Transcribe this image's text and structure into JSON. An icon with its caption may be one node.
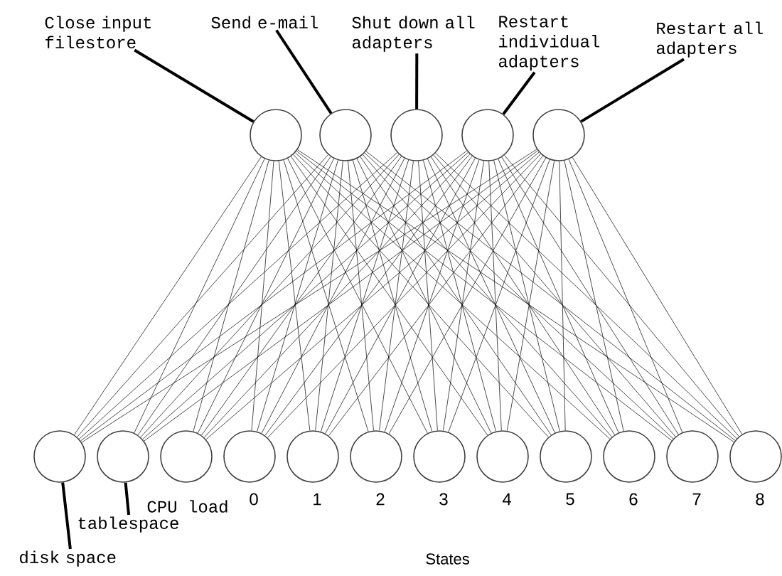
{
  "diagram": {
    "nodes": [
      {
        "text": [],
        "shape": "circle"
      },
      {
        "text": [],
        "shape": "circle"
      },
      {
        "text": [],
        "shape": "circle"
      },
      {
        "text": [],
        "shape": "circle"
      },
      {
        "text": [],
        "shape": "circle"
      },
      {
        "text": [],
        "shape": "circle"
      },
      {
        "text": [],
        "shape": "circle"
      },
      {
        "text": [],
        "shape": "circle"
      },
      {
        "text": [],
        "shape": "circle",
        "beside": [
          "0"
        ]
      },
      {
        "text": [],
        "shape": "circle",
        "beside": [
          "1"
        ]
      },
      {
        "text": [],
        "shape": "circle",
        "beside": [
          "2"
        ]
      },
      {
        "text": [],
        "shape": "circle",
        "beside": [
          "3"
        ]
      },
      {
        "text": [],
        "shape": "circle",
        "beside": [
          "4"
        ]
      },
      {
        "text": [],
        "shape": "circle",
        "beside": [
          "5"
        ]
      },
      {
        "text": [],
        "shape": "circle",
        "beside": [
          "6"
        ]
      },
      {
        "text": [],
        "shape": "circle",
        "beside": [
          "7"
        ]
      },
      {
        "text": [],
        "shape": "circle",
        "beside": [
          "8"
        ]
      },
      {
        "text": [
          "Close input filestore"
        ]
      },
      {
        "text": [
          "Send e-mail"
        ]
      },
      {
        "text": [
          "Shut down all adapters"
        ]
      },
      {
        "text": [
          "Restart individual adapters"
        ]
      },
      {
        "text": [
          "Restart all adapters"
        ]
      },
      {
        "text": [
          "disk space"
        ]
      },
      {
        "text": [
          "tablespace"
        ]
      }
    ],
    "edges": [
      {
        "from": 17,
        "to": 0,
        "arrow": "none",
        "style": "thick"
      },
      {
        "from": 18,
        "to": 1,
        "arrow": "none",
        "style": "thick"
      },
      {
        "from": 19,
        "to": 2,
        "arrow": "none",
        "style": "thick"
      },
      {
        "from": 20,
        "to": 3,
        "arrow": "none",
        "style": "thick"
      },
      {
        "from": 21,
        "to": 4,
        "arrow": "none",
        "style": "thick"
      },
      {
        "from": 22,
        "to": 5,
        "arrow": "none",
        "style": "thick"
      },
      {
        "from": 23,
        "to": 6,
        "arrow": "none",
        "style": "thick"
      },
      {
        "from": 0,
        "to": 5,
        "arrow": "none"
      },
      {
        "from": 0,
        "to": 6,
        "arrow": "none"
      },
      {
        "from": 0,
        "to": 7,
        "arrow": "none"
      },
      {
        "from": 0,
        "to": 8,
        "arrow": "none"
      },
      {
        "from": 0,
        "to": 9,
        "arrow": "none"
      },
      {
        "from": 0,
        "to": 10,
        "arrow": "none"
      },
      {
        "from": 0,
        "to": 11,
        "arrow": "none"
      },
      {
        "from": 0,
        "to": 12,
        "arrow": "none"
      },
      {
        "from": 0,
        "to": 13,
        "arrow": "none"
      },
      {
        "from": 0,
        "to": 14,
        "arrow": "none"
      },
      {
        "from": 0,
        "to": 15,
        "arrow": "none"
      },
      {
        "from": 0,
        "to": 16,
        "arrow": "none"
      },
      {
        "from": 1,
        "to": 5,
        "arrow": "none"
      },
      {
        "from": 1,
        "to": 6,
        "arrow": "none"
      },
      {
        "from": 1,
        "to": 7,
        "arrow": "none"
      },
      {
        "from": 1,
        "to": 8,
        "arrow": "none"
      },
      {
        "from": 1,
        "to": 9,
        "arrow": "none"
      },
      {
        "from": 1,
        "to": 10,
        "arrow": "none"
      },
      {
        "from": 1,
        "to": 11,
        "arrow": "none"
      },
      {
        "from": 1,
        "to": 12,
        "arrow": "none"
      },
      {
        "from": 1,
        "to": 13,
        "arrow": "none"
      },
      {
        "from": 1,
        "to": 14,
        "arrow": "none"
      },
      {
        "from": 1,
        "to": 15,
        "arrow": "none"
      },
      {
        "from": 1,
        "to": 16,
        "arrow": "none"
      },
      {
        "from": 2,
        "to": 5,
        "arrow": "none"
      },
      {
        "from": 2,
        "to": 6,
        "arrow": "none"
      },
      {
        "from": 2,
        "to": 7,
        "arrow": "none"
      },
      {
        "from": 2,
        "to": 8,
        "arrow": "none"
      },
      {
        "from": 2,
        "to": 9,
        "arrow": "none"
      },
      {
        "from": 2,
        "to": 10,
        "arrow": "none"
      },
      {
        "from": 2,
        "to": 11,
        "arrow": "none"
      },
      {
        "from": 2,
        "to": 12,
        "arrow": "none"
      },
      {
        "from": 2,
        "to": 13,
        "arrow": "none"
      },
      {
        "from": 2,
        "to": 14,
        "arrow": "none"
      },
      {
        "from": 2,
        "to": 15,
        "arrow": "none"
      },
      {
        "from": 2,
        "to": 16,
        "arrow": "none"
      },
      {
        "from": 3,
        "to": 5,
        "arrow": "none"
      },
      {
        "from": 3,
        "to": 6,
        "arrow": "none"
      },
      {
        "from": 3,
        "to": 7,
        "arrow": "none"
      },
      {
        "from": 3,
        "to": 8,
        "arrow": "none"
      },
      {
        "from": 3,
        "to": 9,
        "arrow": "none"
      },
      {
        "from": 3,
        "to": 10,
        "arrow": "none"
      },
      {
        "from": 3,
        "to": 11,
        "arrow": "none"
      },
      {
        "from": 3,
        "to": 12,
        "arrow": "none"
      },
      {
        "from": 3,
        "to": 13,
        "arrow": "none"
      },
      {
        "from": 3,
        "to": 14,
        "arrow": "none"
      },
      {
        "from": 3,
        "to": 15,
        "arrow": "none"
      },
      {
        "from": 3,
        "to": 16,
        "arrow": "none"
      },
      {
        "from": 4,
        "to": 5,
        "arrow": "none"
      },
      {
        "from": 4,
        "to": 6,
        "arrow": "none"
      },
      {
        "from": 4,
        "to": 7,
        "arrow": "none"
      },
      {
        "from": 4,
        "to": 8,
        "arrow": "none"
      },
      {
        "from": 4,
        "to": 9,
        "arrow": "none"
      },
      {
        "from": 4,
        "to": 10,
        "arrow": "none"
      },
      {
        "from": 4,
        "to": 11,
        "arrow": "none"
      },
      {
        "from": 4,
        "to": 12,
        "arrow": "none"
      },
      {
        "from": 4,
        "to": 13,
        "arrow": "none"
      },
      {
        "from": 4,
        "to": 14,
        "arrow": "none"
      },
      {
        "from": 4,
        "to": 15,
        "arrow": "none"
      },
      {
        "from": 4,
        "to": 16,
        "arrow": "none"
      }
    ],
    "labels": [
      "CPU load",
      "States"
    ]
  }
}
